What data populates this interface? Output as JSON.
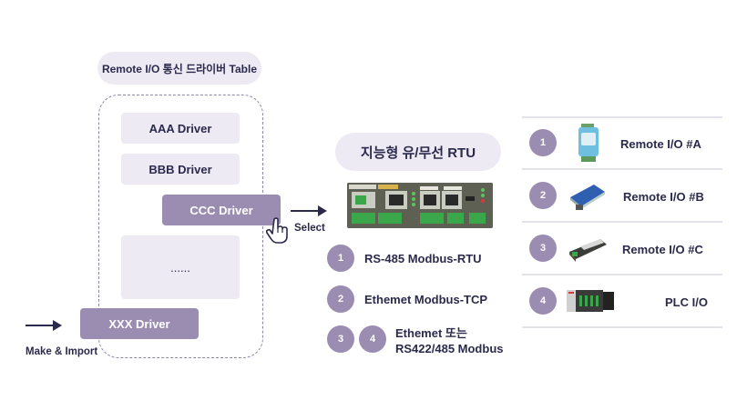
{
  "driver_table": {
    "title": "Remote I/O 통신 드라이버 Table",
    "drivers": [
      {
        "label": "AAA Driver",
        "state": "default"
      },
      {
        "label": "BBB Driver",
        "state": "default"
      },
      {
        "label": "CCC Driver",
        "state": "selected"
      },
      {
        "label": "......",
        "state": "placeholder"
      },
      {
        "label": "XXX Driver",
        "state": "imported"
      }
    ],
    "make_import_label": "Make & Import",
    "select_label": "Select"
  },
  "rtu": {
    "title": "지능형 유/무선 RTU",
    "protocols": [
      {
        "badges": [
          "1"
        ],
        "label": "RS-485 Modbus-RTU"
      },
      {
        "badges": [
          "2"
        ],
        "label": "Ethemet Modbus-TCP"
      },
      {
        "badges": [
          "3",
          "4"
        ],
        "label_line1": "Ethemet 또는",
        "label_line2": "RS422/485 Modbus"
      }
    ]
  },
  "io_devices": [
    {
      "badge": "1",
      "label": "Remote I/O #A",
      "icon": "din-rail-module-icon"
    },
    {
      "badge": "2",
      "label": "Remote I/O #B",
      "icon": "serial-converter-icon"
    },
    {
      "badge": "3",
      "label": "Remote I/O #C",
      "icon": "terminal-block-module-icon"
    },
    {
      "badge": "4",
      "label": "PLC I/O",
      "icon": "plc-rack-icon"
    }
  ],
  "colors": {
    "accent": "#9b8cb2",
    "pill_bg": "#edeaf3",
    "text": "#2b2a4c"
  }
}
